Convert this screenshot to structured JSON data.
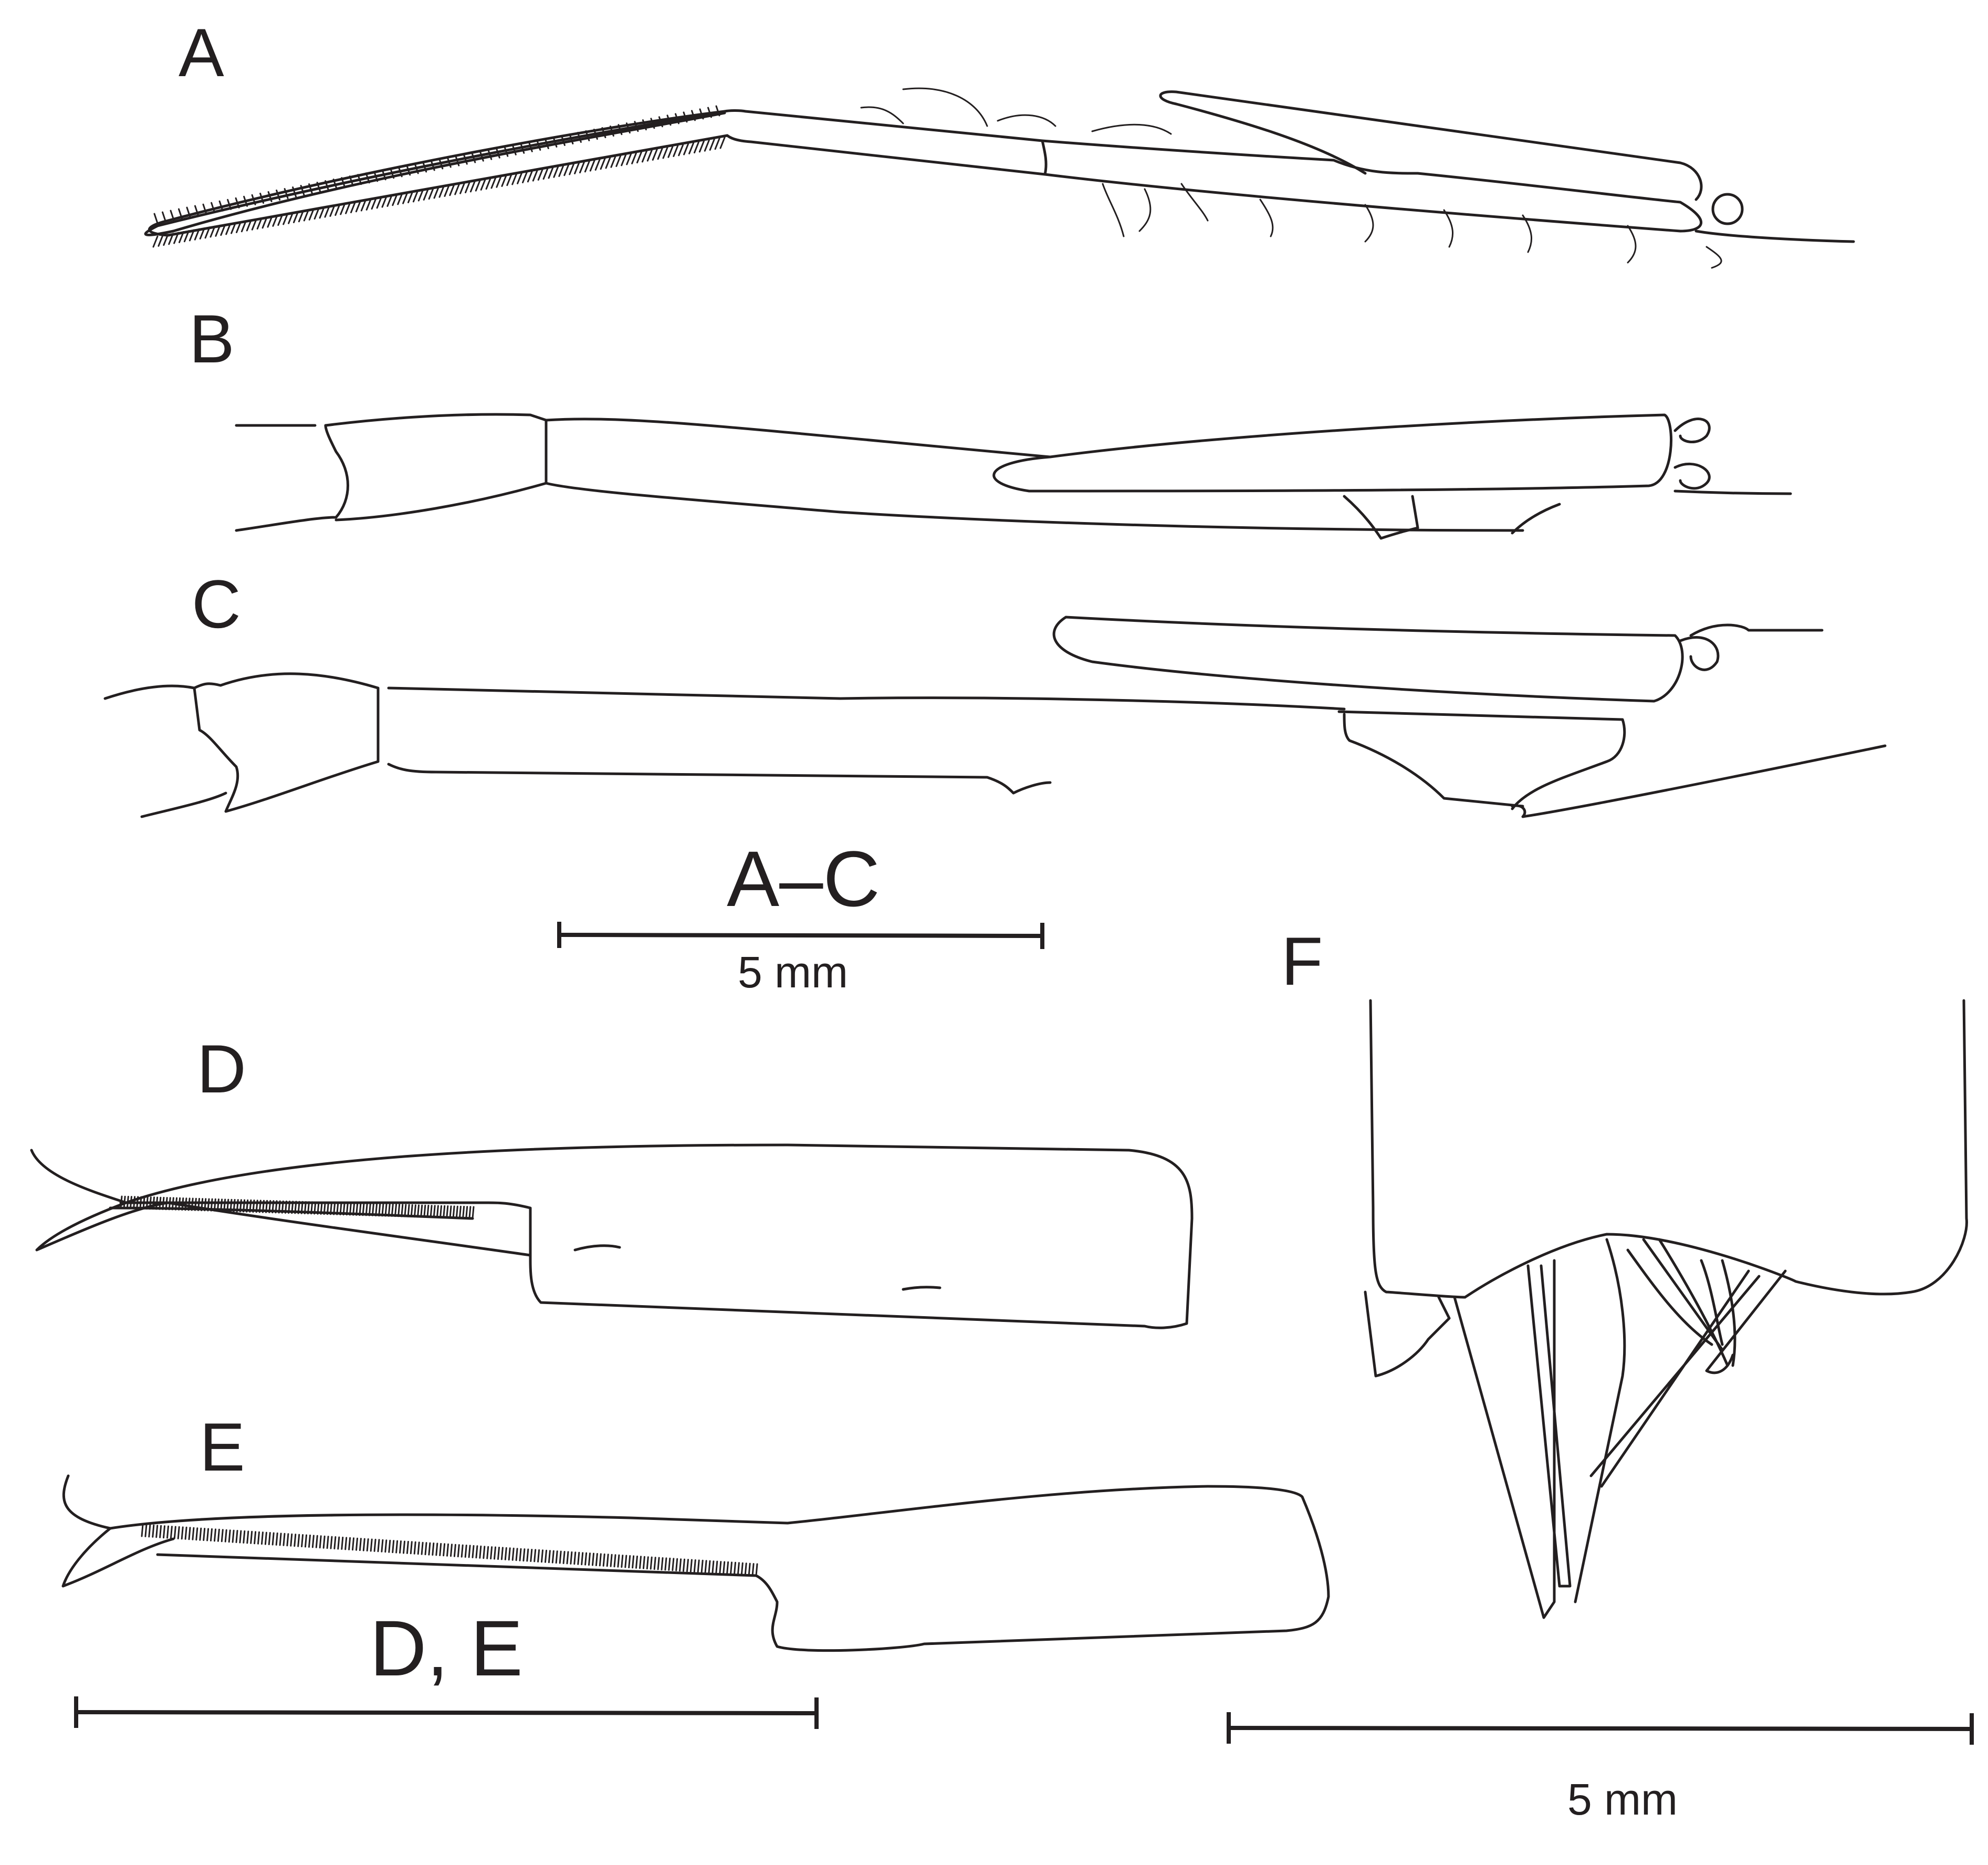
{
  "panels": {
    "a": {
      "letter": "A"
    },
    "b": {
      "letter": "B"
    },
    "c": {
      "letter": "C"
    },
    "d": {
      "letter": "D"
    },
    "e": {
      "letter": "E"
    },
    "f": {
      "letter": "F"
    }
  },
  "scale_bars": {
    "abc": {
      "caption": "A–C",
      "unit": "5 mm"
    },
    "de": {
      "caption": "D, E"
    },
    "f": {
      "unit": "5 mm"
    }
  }
}
